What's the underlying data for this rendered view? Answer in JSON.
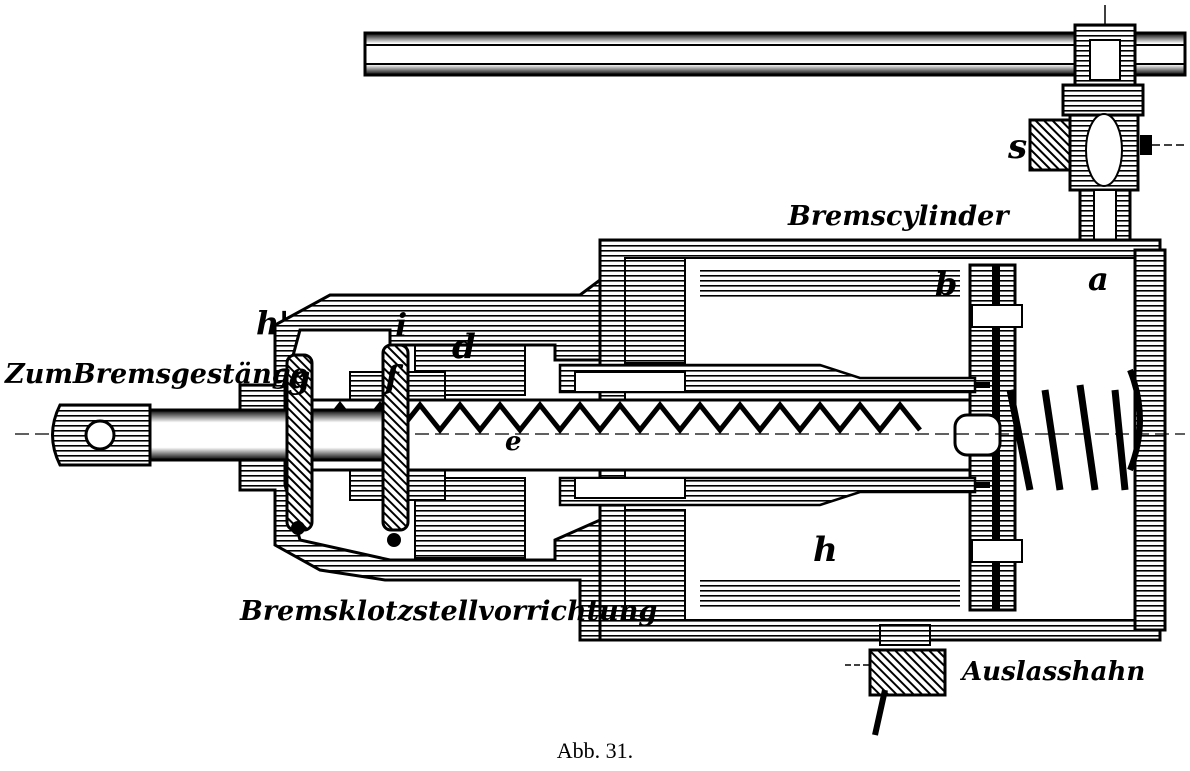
{
  "figure": {
    "caption": "Abb. 31.",
    "labels": {
      "zum_bremsgestaenge": "ZumBremsgestänge",
      "bremscylinder": "Bremscylinder",
      "bremsklotzstellvorrichtung": "Bremsklotzstellvorrichtung",
      "auslasshahn": "Auslasshahn",
      "s": "s",
      "a": "a",
      "b": "b",
      "h_prime": "h'",
      "i": "i",
      "d": "d",
      "g": "g",
      "f": "f",
      "e": "e",
      "h": "h"
    }
  }
}
